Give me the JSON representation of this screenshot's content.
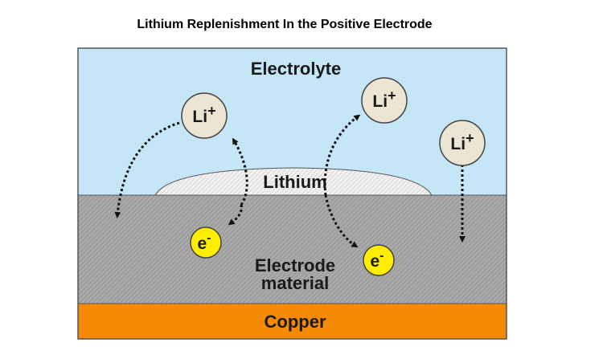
{
  "title": "Lithium Replenishment In the Positive Electrode",
  "labels": {
    "electrolyte": "Electrolyte",
    "lithium": "Lithium",
    "electrode_line1": "Electrode",
    "electrode_line2": "material",
    "copper": "Copper"
  },
  "ions": {
    "li_main": "Li",
    "li_sup": "+",
    "electron_main": "e",
    "electron_sup": "-"
  },
  "colors": {
    "electrolyte": "#c5e6f7",
    "electrode": "#a9a9a9",
    "copper": "#f58a07",
    "lithium_ion_fill": "#ece5d3",
    "electron_fill": "#ffee00"
  }
}
